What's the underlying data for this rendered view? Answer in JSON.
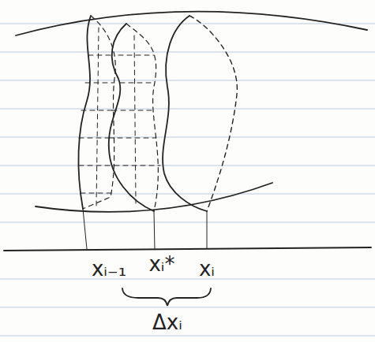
{
  "diagram": {
    "labels": [
      "xᵢ₋₁",
      "xᵢ*",
      "xᵢ",
      "Δxᵢ"
    ]
  }
}
